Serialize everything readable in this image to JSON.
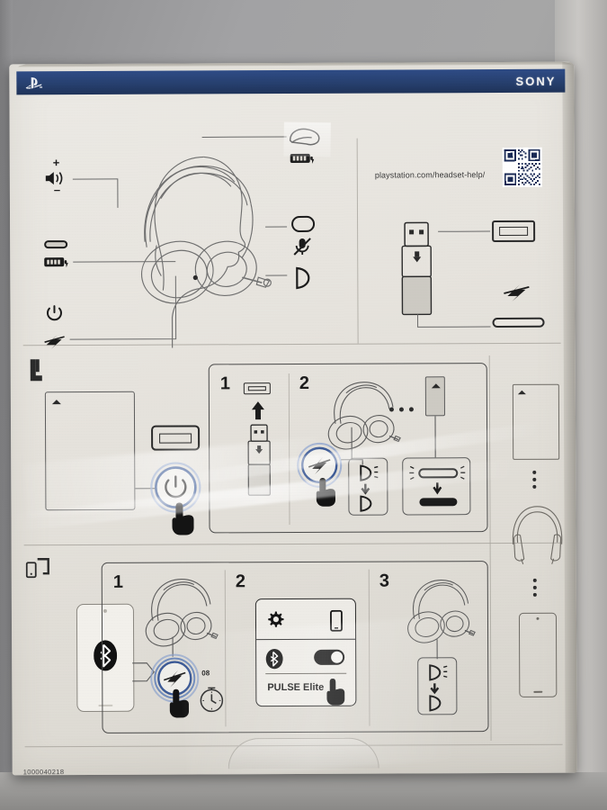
{
  "photo": {
    "subject": "PlayStation PULSE Elite wireless headset retail box — back panel setup guide",
    "background_color": "#9a9a9c",
    "box_color": "#e8e5df"
  },
  "header": {
    "brand_left_icon": "playstation-logo",
    "brand_right": "SONY",
    "band_color": "#27406f"
  },
  "overview": {
    "url": "playstation.com/headset-help/",
    "qr_label": "qr-code",
    "left_controls": [
      {
        "id": "volume-up",
        "symbol": "+",
        "name": "volume-up-label"
      },
      {
        "id": "volume",
        "symbol": "speaker",
        "name": "volume-speaker-icon"
      },
      {
        "id": "volume-down",
        "symbol": "-",
        "name": "volume-down-label"
      },
      {
        "id": "status-led",
        "symbol": "pill",
        "name": "status-led-icon"
      },
      {
        "id": "battery-charge",
        "symbol": "battery",
        "name": "battery-charging-icon"
      },
      {
        "id": "power",
        "symbol": "power",
        "name": "power-button-icon"
      },
      {
        "id": "link",
        "symbol": "link",
        "name": "link-button-icon"
      }
    ],
    "right_controls": [
      {
        "id": "headband-adjust",
        "symbol": "headband",
        "name": "headband-adjust-icon"
      },
      {
        "id": "battery",
        "symbol": "battery",
        "name": "battery-icon"
      },
      {
        "id": "led-indicator",
        "symbol": "pill-outline",
        "name": "led-indicator-icon"
      },
      {
        "id": "mic-mute",
        "symbol": "mic-mute",
        "name": "mic-mute-icon"
      },
      {
        "id": "earcup-led",
        "symbol": "earcup",
        "name": "earcup-led-icon"
      }
    ],
    "dongle": {
      "name": "usb-adapter",
      "port_icon": "usb-port-icon",
      "status_bar_icon": "adapter-status-led",
      "link_icon": "link-icon"
    }
  },
  "console_setup": {
    "section_icon": "ps5-console-icon",
    "device_icon": "ps5-console",
    "usb_port_icon": "usb-port-icon",
    "power_button_icon": "power-button-icon",
    "tap_hand_icon": "tap-hand-icon",
    "steps": [
      {
        "number": "1",
        "name": "insert-adapter-step",
        "icons": [
          "usb-port-icon",
          "arrow-up-icon",
          "usb-adapter-icon"
        ]
      },
      {
        "number": "2",
        "name": "pair-headset-step",
        "icons": [
          "headset-icon",
          "link-button-icon",
          "tap-hand-icon",
          "ellipsis-icon",
          "led-blinking-to-solid",
          "adapter-led-blinking-to-solid"
        ]
      }
    ]
  },
  "bluetooth_setup": {
    "section_icon": "mobile-device-icon",
    "device_icon": "smartphone-bluetooth",
    "bluetooth_icon": "bluetooth-icon",
    "steps": [
      {
        "number": "1",
        "name": "long-press-link-step",
        "icons": [
          "headset-icon",
          "link-button-icon",
          "tap-hand-icon",
          "stopwatch-icon"
        ],
        "hold_seconds": "08"
      },
      {
        "number": "2",
        "name": "phone-settings-step",
        "settings_icon": "gear-icon",
        "phone_icon": "phone-icon",
        "bluetooth_icon": "bluetooth-icon",
        "toggle_state": "on",
        "device_name": "PULSE Elite",
        "tap_hand_icon": "tap-hand-icon"
      },
      {
        "number": "3",
        "name": "connected-confirm-step",
        "icons": [
          "headset-icon",
          "led-blinking-to-solid"
        ]
      }
    ]
  },
  "compat_rail": {
    "items": [
      "ps5-console-outline",
      "headset-outline",
      "smartphone-outline"
    ],
    "separator_icon": "vertical-ellipsis-icon"
  },
  "footer": {
    "part_code": "1000040218"
  }
}
